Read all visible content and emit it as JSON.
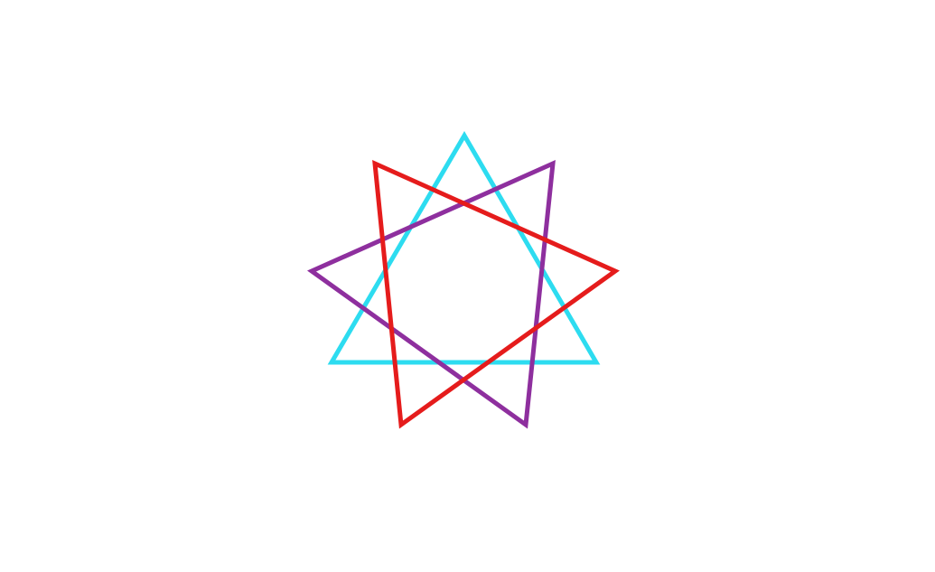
{
  "figure": {
    "background": "#ffffff",
    "shapes": [
      {
        "id": "triangle",
        "kind": "triangle",
        "color": "#2ddcf0"
      },
      {
        "id": "purple-quad",
        "kind": "quadrilateral",
        "color": "#8e2f9e"
      },
      {
        "id": "red-quad",
        "kind": "quadrilateral",
        "color": "#e51c1c"
      }
    ]
  }
}
